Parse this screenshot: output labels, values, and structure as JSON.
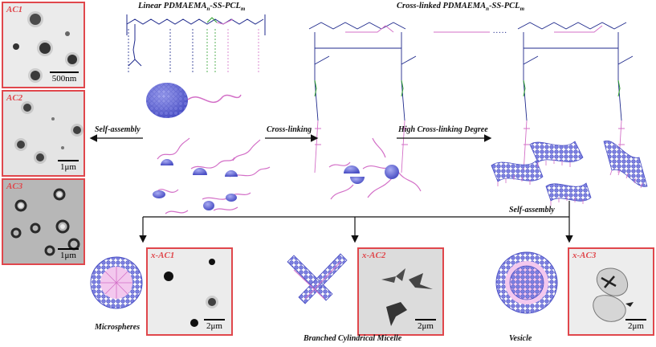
{
  "colors": {
    "panel_border": "#e0474c",
    "particle_blue": "#6b6fd8",
    "polymer_pink": "#d36fc7",
    "polymer_green": "#6fcf6f",
    "tem_background": "#e6e6e6",
    "dark_spot": "#111111"
  },
  "left_panels": [
    {
      "tag": "AC1",
      "scale": "500nm"
    },
    {
      "tag": "AC2",
      "scale": "1μm"
    },
    {
      "tag": "AC3",
      "scale": "1μm"
    }
  ],
  "bottom_panels": [
    {
      "tag": "x-AC1",
      "scale": "2μm",
      "caption": "Microspheres"
    },
    {
      "tag": "x-AC2",
      "scale": "2μm",
      "caption": "Branched Cylindrical Micelle"
    },
    {
      "tag": "x-AC3",
      "scale": "2μm",
      "caption": "Vesicle"
    }
  ],
  "structures": {
    "linear_title_main": "Linear PDMAEMA",
    "linear_title_sub1": "n",
    "linear_title_mid": "-SS-PCL",
    "linear_title_sub2": "m",
    "crosslinked_title_main": "Cross-linked PDMAEMA",
    "crosslinked_title_sub1": "n",
    "crosslinked_title_mid": "-SS-PCL",
    "crosslinked_title_sub2": "m"
  },
  "process_labels": {
    "self_assembly_left": "Self-assembly",
    "cross_linking": "Cross-linking",
    "high_cross_linking": "High Cross-linking Degree",
    "self_assembly_right": "Self-assembly"
  },
  "icons": [
    "arrow-left-icon",
    "arrow-right-icon",
    "arrow-down-icon",
    "micelle-icon",
    "microsphere-icon",
    "branched-cylinder-icon",
    "vesicle-icon",
    "nanosheet-icon"
  ]
}
